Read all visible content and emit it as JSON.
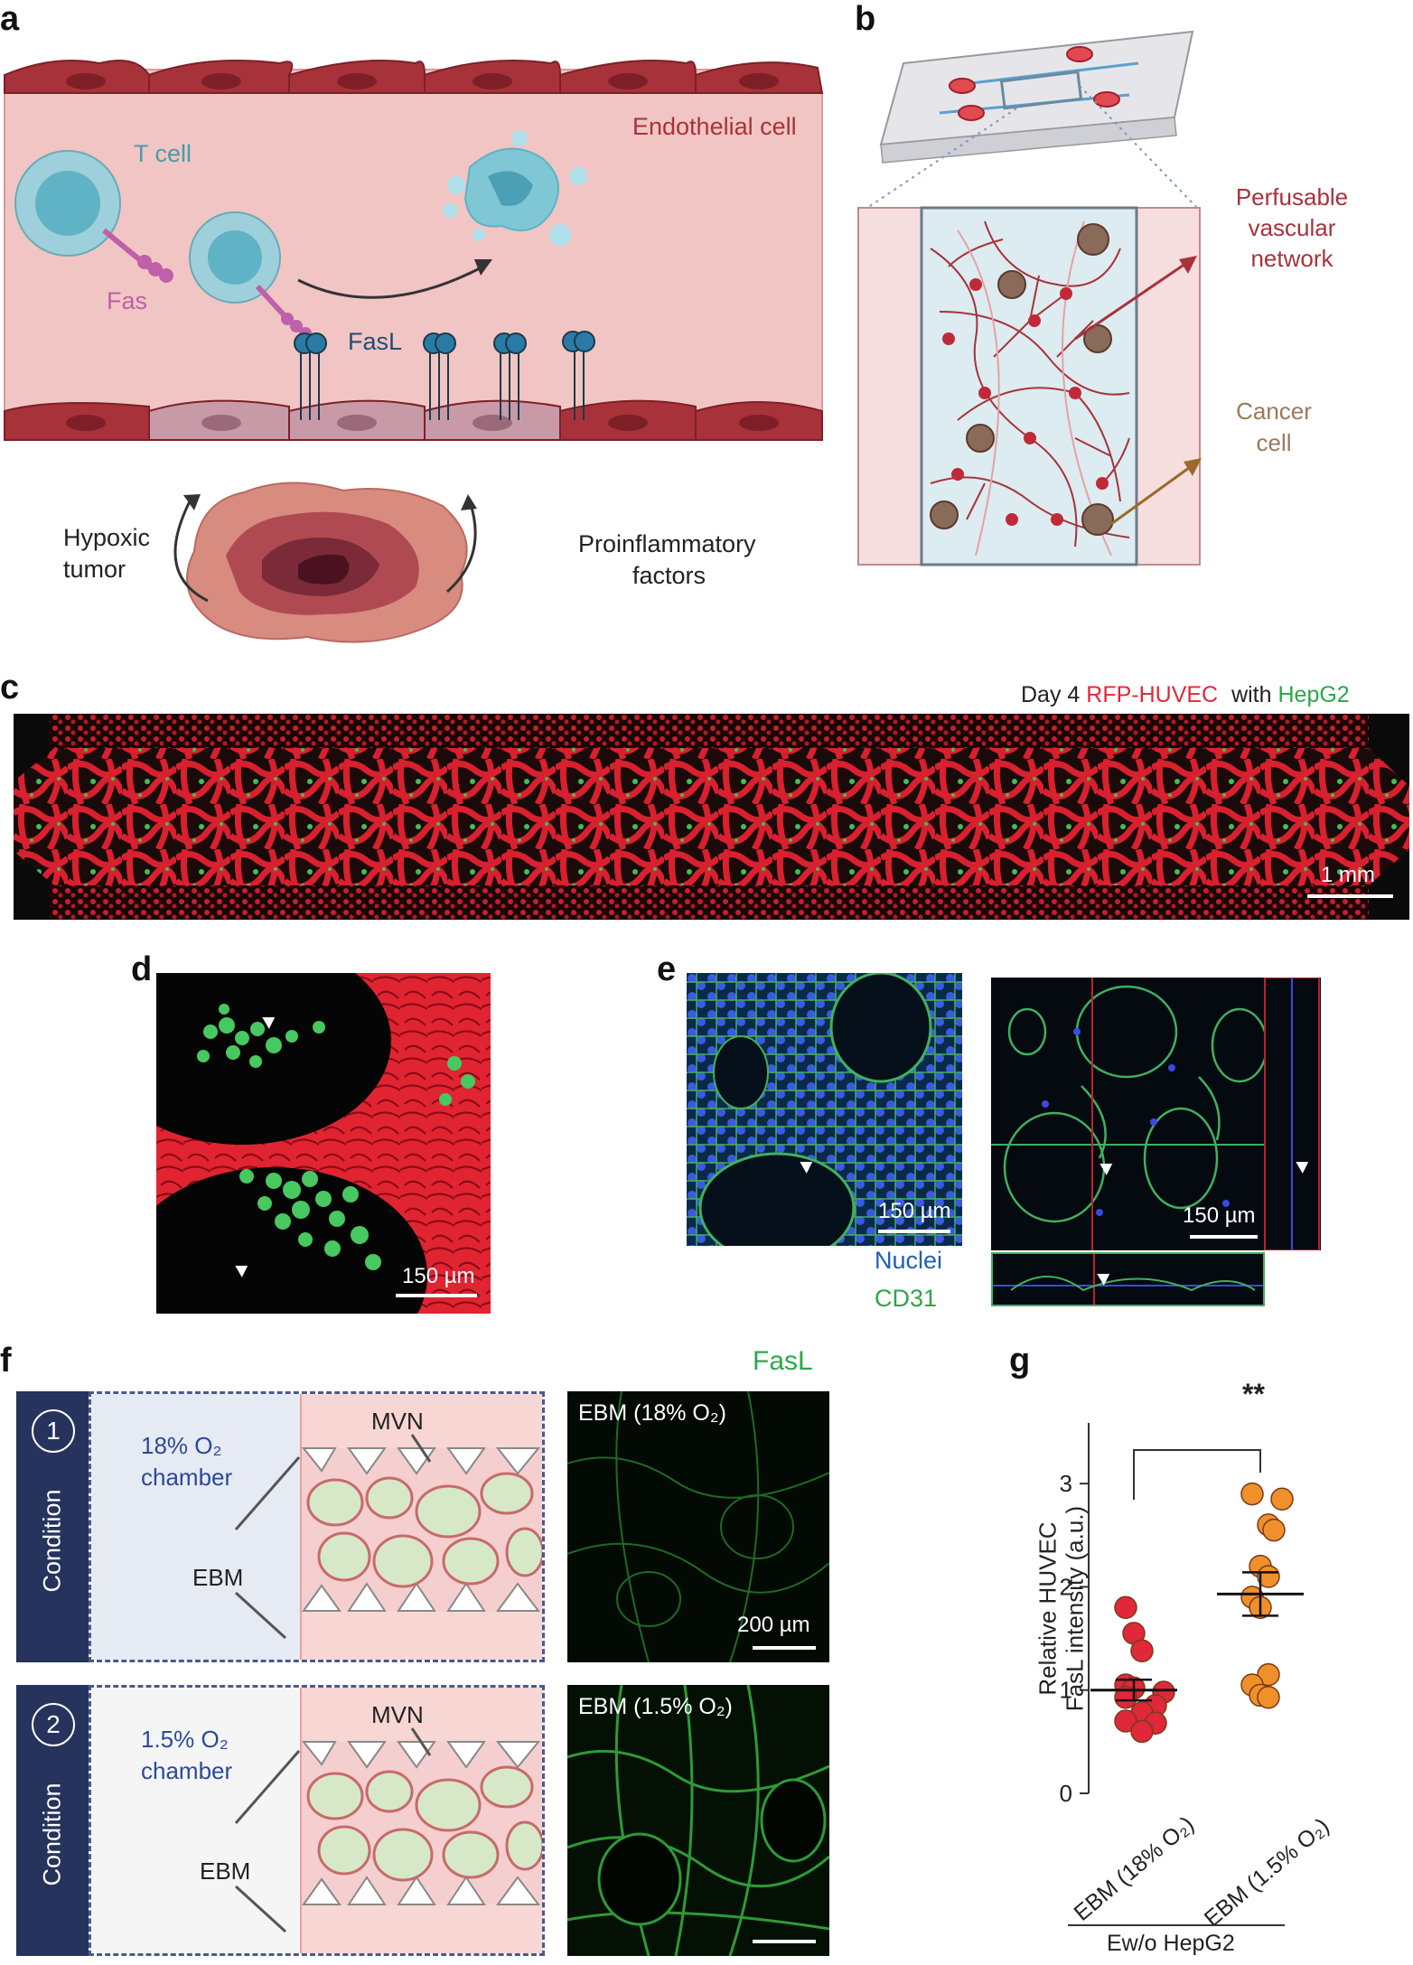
{
  "panels": {
    "a": "a",
    "b": "b",
    "c": "c",
    "d": "d",
    "e": "e",
    "f": "f",
    "g": "g"
  },
  "panel_a": {
    "t_cell": "T cell",
    "fas": "Fas",
    "fasl": "FasL",
    "endothelial_cell": "Endothelial cell",
    "hypoxic_tumor_line1": "Hypoxic",
    "hypoxic_tumor_line2": "tumor",
    "proinflammatory_line1": "Proinflammatory",
    "proinflammatory_line2": "factors"
  },
  "panel_b": {
    "perfusable_line1": "Perfusable",
    "perfusable_line2": "vascular",
    "perfusable_line3": "network",
    "cancer_line1": "Cancer",
    "cancer_line2": "cell"
  },
  "panel_c": {
    "caption_day": "Day 4",
    "caption_rfp": "RFP-HUVEC",
    "caption_with": "with",
    "caption_hepg2": "HepG2",
    "scale": "1 mm"
  },
  "panel_d": {
    "scale": "150 µm"
  },
  "panel_e": {
    "scale_left": "150 µm",
    "scale_right": "150 µm",
    "legend_nuclei": "Nuclei",
    "legend_cd31": "CD31"
  },
  "panel_f": {
    "fasl_title": "FasL",
    "condition1_label": "Condition",
    "condition1_num": "1",
    "condition1_chamber_line1": "18% O₂",
    "condition1_chamber_line2": "chamber",
    "condition2_label": "Condition",
    "condition2_num": "2",
    "condition2_chamber_line1": "1.5% O₂",
    "condition2_chamber_line2": "chamber",
    "mvn": "MVN",
    "ebm": "EBM",
    "img1_label": "EBM (18% O₂)",
    "img2_label": "EBM (1.5% O₂)",
    "scale": "200 µm"
  },
  "colors": {
    "endothelial_red": "#a8323a",
    "tcell_teal": "#4a9aab",
    "fas_pink": "#c060a8",
    "nuclei_blue": "#1f5fb5",
    "cd31_green": "#2aa84a",
    "group1_red": "#e0283a",
    "group2_orange": "#f0902a",
    "condition_navy": "#26335c"
  },
  "chart_data": {
    "type": "scatter",
    "title": "",
    "ylabel_line1": "Relative HUVEC",
    "ylabel_line2": "FasL intensity (a.u.)",
    "ylim": [
      0,
      3.5
    ],
    "yticks": [
      "0",
      "1",
      "2",
      "3"
    ],
    "categories": [
      "EBM (18% O₂)",
      "EBM (1.5% O₂)"
    ],
    "group_label": "Ew/o HepG2",
    "significance": "**",
    "series": [
      {
        "name": "EBM (18% O₂)",
        "color": "#e0283a",
        "mean": 1.0,
        "sem": 0.1,
        "values": [
          1.8,
          1.55,
          1.38,
          1.05,
          1.02,
          0.98,
          0.93,
          0.85,
          0.78,
          0.7,
          0.68,
          0.6
        ]
      },
      {
        "name": "EBM (1.5% O₂)",
        "color": "#f0902a",
        "mean": 1.93,
        "sem": 0.21,
        "values": [
          2.9,
          2.85,
          2.6,
          2.55,
          2.2,
          2.1,
          1.9,
          1.8,
          1.15,
          1.05,
          0.95,
          0.93
        ]
      }
    ]
  }
}
